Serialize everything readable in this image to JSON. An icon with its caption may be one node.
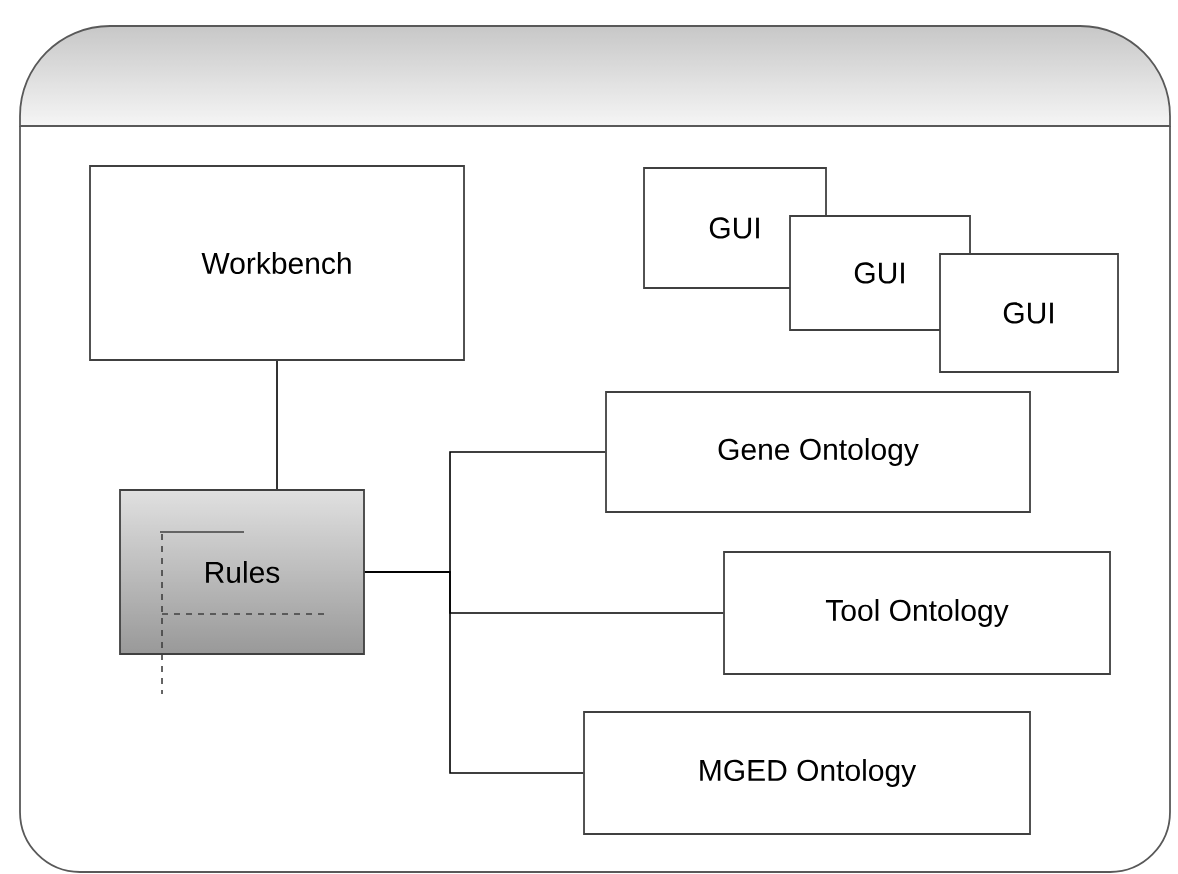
{
  "diagram": {
    "nodes": [
      {
        "text": [
          "Workbench"
        ]
      },
      {
        "text": [
          "GUI"
        ]
      },
      {
        "text": [
          "GUI"
        ]
      },
      {
        "text": [
          "GUI"
        ]
      },
      {
        "text": [
          "Rules"
        ]
      },
      {
        "text": [
          "Gene Ontology"
        ]
      },
      {
        "text": [
          "Tool Ontology"
        ]
      },
      {
        "text": [
          "MGED Ontology"
        ]
      }
    ],
    "edges": [
      {
        "from": 0,
        "to": 4,
        "arrow": "none"
      },
      {
        "from": 4,
        "to": 5,
        "arrow": "none"
      },
      {
        "from": 4,
        "to": 6,
        "arrow": "none"
      },
      {
        "from": 4,
        "to": 7,
        "arrow": "none"
      }
    ]
  }
}
